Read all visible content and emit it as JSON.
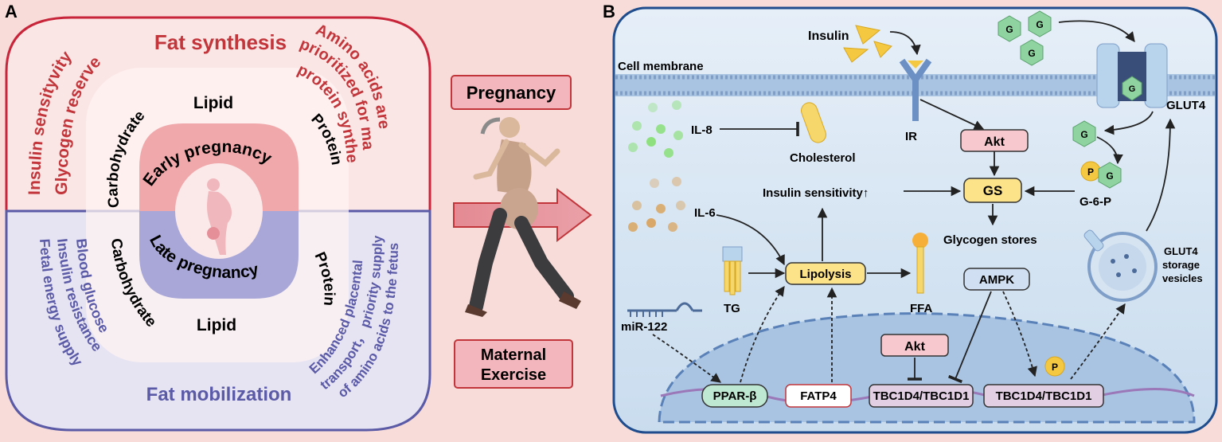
{
  "panel_a": {
    "label": "A",
    "top_title": "Fat synthesis",
    "bottom_title": "Fat mobilization",
    "left_top_1": "Insulin sensityvity",
    "left_top_2": "Glycogen reserve",
    "right_top_1": "Amino acids are",
    "right_top_2": "prioritized for maternal",
    "right_top_3": "protein synthesis",
    "left_bottom_1": "Insulin resistance",
    "left_bottom_2": "Blood glucose",
    "left_bottom_3": "Fetal energy supply",
    "right_bottom_1": "Enhanced placental",
    "right_bottom_2": "transport， priority supply",
    "right_bottom_3": "of amino acids to the fetus",
    "early_lipid": "Lipid",
    "early_carbohydrate": "Carbohydrate",
    "early_protein": "Protein",
    "late_lipid": "Lipid",
    "late_carbohydrate": "Carbohydrate",
    "late_protein": "Protein",
    "early_pregnancy": "Early pregnancy",
    "late_pregnancy": "Late pregnancy"
  },
  "middle": {
    "pregnancy": "Pregnancy",
    "maternal": "Maternal",
    "exercise": "Exercise"
  },
  "panel_b": {
    "label": "B",
    "insulin": "Insulin",
    "cell_membrane": "Cell membrane",
    "ir": "IR",
    "glut4": "GLUT4",
    "il8": "IL-8",
    "cholesterol": "Cholesterol",
    "akt_top": "Akt",
    "gs": "GS",
    "g6p": "G-6-P",
    "g": "G",
    "p": "P",
    "insulin_sensitivity": "Insulin sensitivity↑",
    "il6": "IL-6",
    "glycogen_stores": "Glycogen stores",
    "glut4_storage_1": "GLUT4",
    "glut4_storage_2": "storage",
    "glut4_storage_3": "vesicles",
    "lipolysis": "Lipolysis",
    "tg": "TG",
    "ffa": "FFA",
    "ampk": "AMPK",
    "mir122": "miR-122",
    "akt_nucleus": "Akt",
    "ppar": "PPAR-β",
    "fatp4": "FATP4",
    "tbc_1": "TBC1D4/TBC1D1",
    "tbc_2": "TBC1D4/TBC1D1"
  },
  "colors": {
    "red": "#c2353a",
    "blue": "#5a5aa6",
    "membrane_blue": "#1f4c8c",
    "cell_bg": "#dbe8f5",
    "akt_fill": "#f7c9cf",
    "gs_fill": "#fce38a",
    "g_green": "#8fd4a0"
  }
}
